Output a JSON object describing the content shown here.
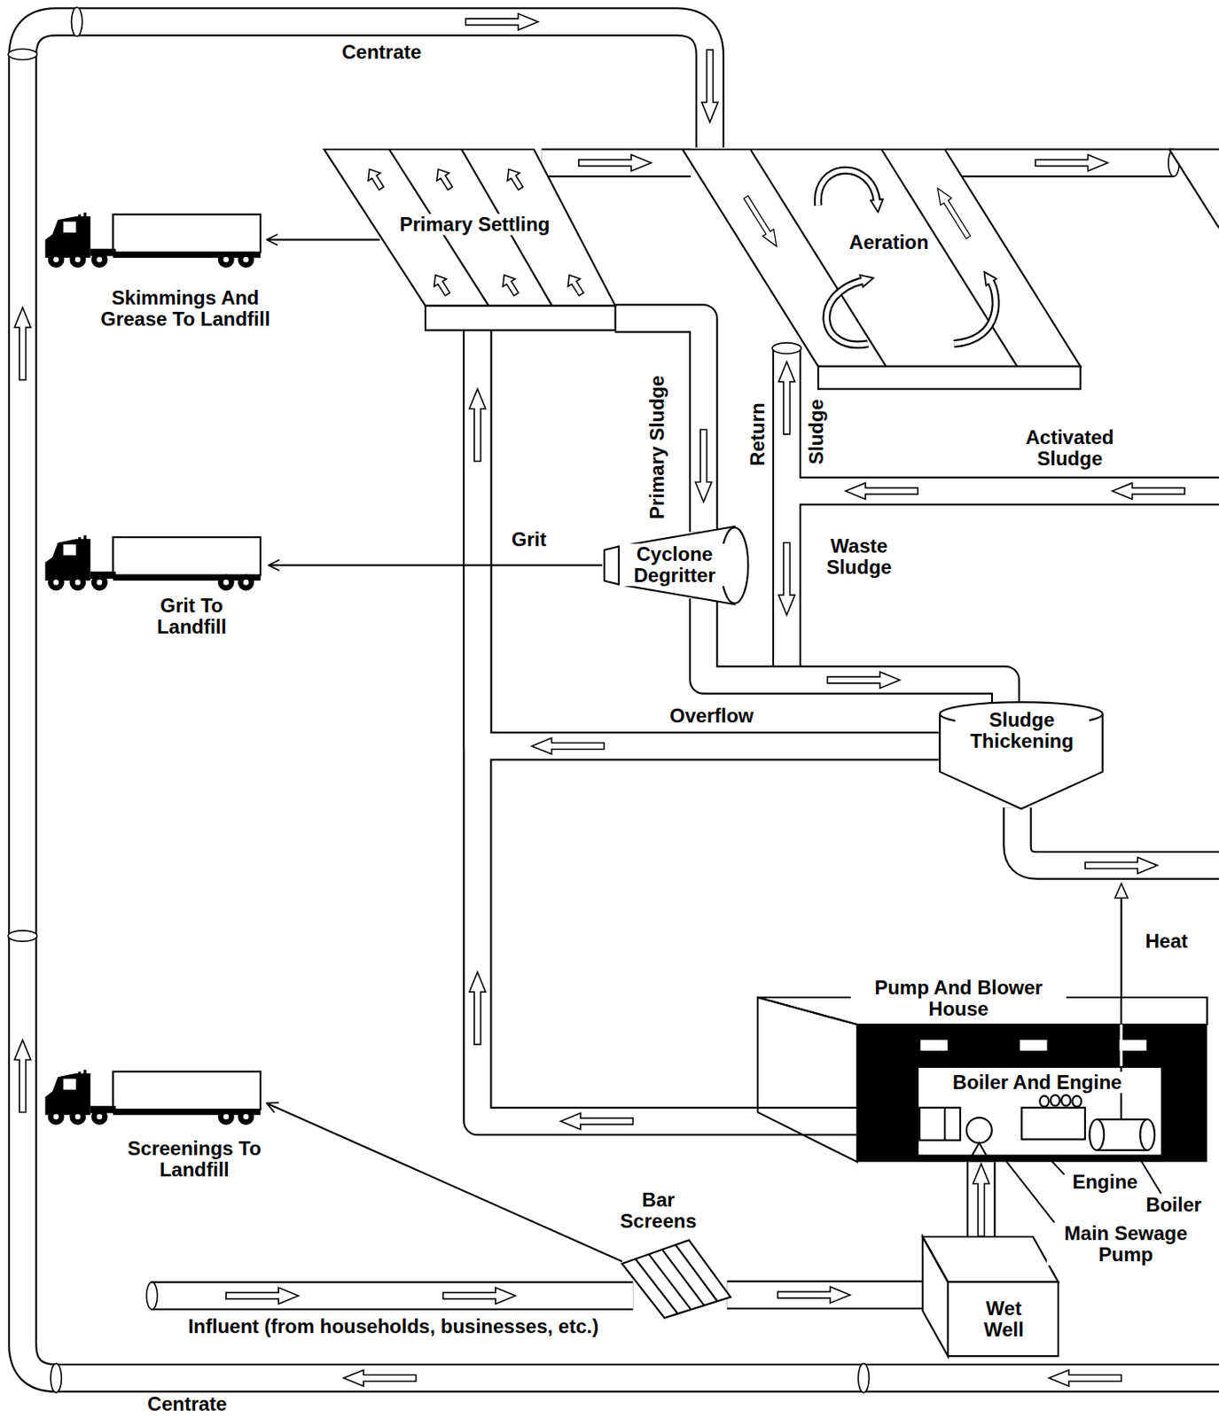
{
  "diagram": {
    "nodes": [
      {
        "text": [
          "Primary Settling"
        ]
      },
      {
        "text": [
          "Aeration"
        ]
      },
      {
        "text": [
          "Skimmings And Grease To Landfill"
        ]
      },
      {
        "text": [
          "Cyclone Degritter"
        ]
      },
      {
        "text": [
          "Grit To Landfill"
        ]
      },
      {
        "text": [
          "Sludge Thickening"
        ]
      },
      {
        "text": [
          "Pump And Blower House"
        ]
      },
      {
        "text": [
          "Boiler And Engine"
        ],
        "in": 6
      },
      {
        "text": [
          "Screenings To Landfill"
        ]
      },
      {
        "text": [
          "Bar Screens"
        ]
      },
      {
        "text": [
          "Wet Well"
        ]
      }
    ],
    "edges": [
      {
        "from": 0,
        "to": 1,
        "arrow": "to"
      },
      {
        "from": 0,
        "to": 2,
        "arrow": "to"
      },
      {
        "from": 0,
        "to": 3,
        "label": "Primary Sludge",
        "arrow": "to"
      },
      {
        "from": 3,
        "to": 4,
        "label": "Grit",
        "arrow": "to"
      },
      {
        "from": 3,
        "to": 5,
        "arrow": "to"
      },
      {
        "from": 5,
        "to": 0,
        "label": "Overflow",
        "arrow": "to"
      },
      {
        "from": 6,
        "to": 0,
        "arrow": "to"
      },
      {
        "from": 10,
        "to": 6,
        "arrow": "to"
      },
      {
        "from": 9,
        "to": 10,
        "arrow": "to"
      },
      {
        "from": 9,
        "to": 8,
        "arrow": "to"
      }
    ],
    "labels": [
      "Centrate",
      "Return",
      "Sludge",
      "Activated Sludge",
      "Waste Sludge",
      "Heat",
      "Engine",
      "Boiler",
      "Main Sewage Pump",
      "Influent (from households, businesses, etc.)",
      "Centrate"
    ]
  }
}
